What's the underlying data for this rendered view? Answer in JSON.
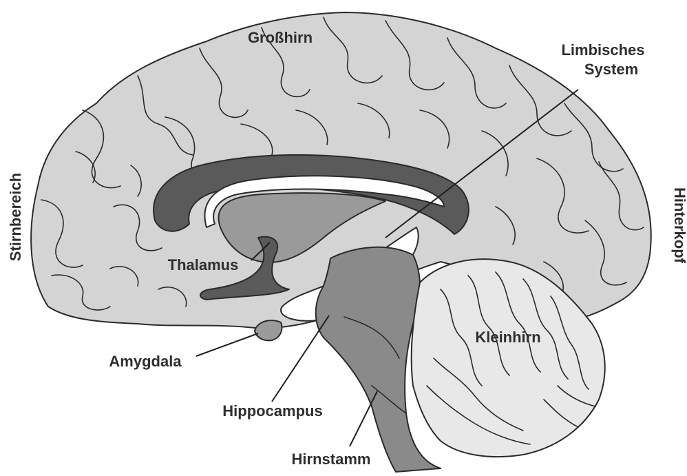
{
  "labels": {
    "grosshirn": "Großhirn",
    "limbisches_line1": "Limbisches",
    "limbisches_line2": "System",
    "stirnbereich": "Stirnbereich",
    "hinterkopf": "Hinterkopf",
    "thalamus": "Thalamus",
    "kleinhirn": "Kleinhirn",
    "amygdala": "Amygdala",
    "hippocampus": "Hippocampus",
    "hirnstamm": "Hirnstamm"
  },
  "colors": {
    "cortex": "#d4d4d4",
    "cingulate": "#5a5a5a",
    "corpus_callosum": "#ffffff",
    "thalamus_region": "#9a9a9a",
    "brainstem": "#8a8a8a",
    "cerebellum": "#e8e8e8",
    "outline": "#2a2a2a"
  }
}
